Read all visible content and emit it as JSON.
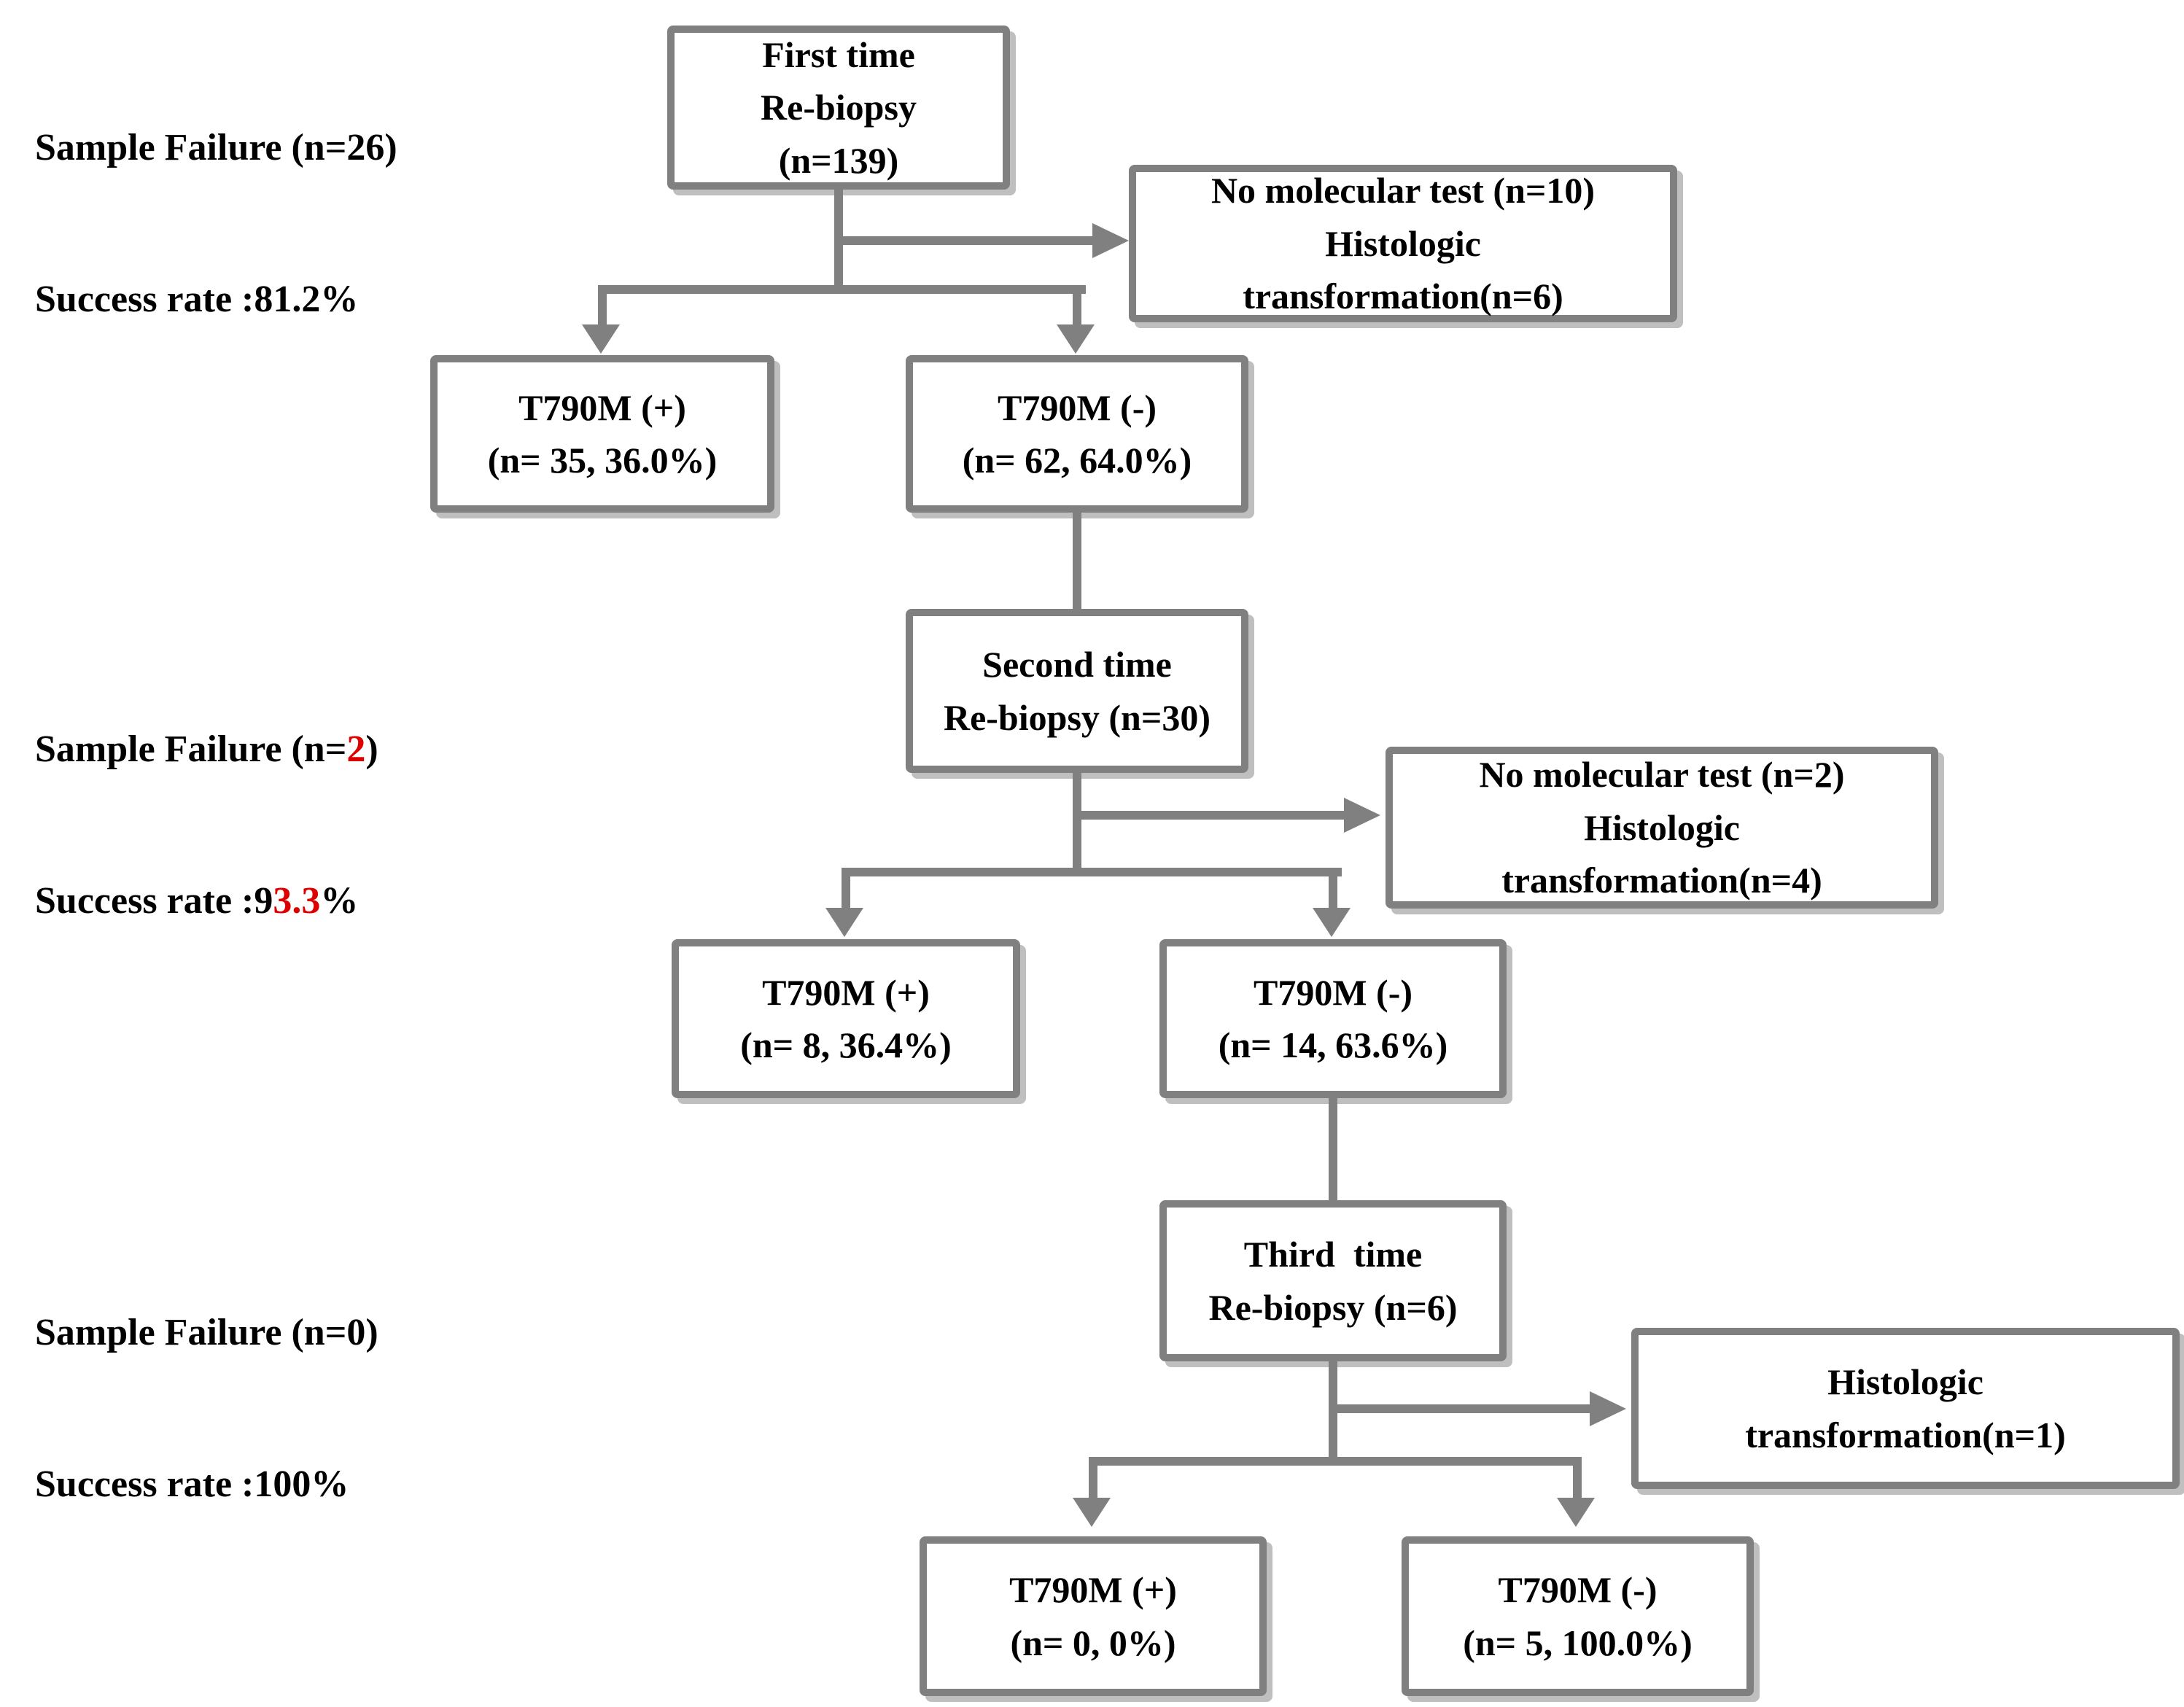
{
  "colors": {
    "line-gray": "#808080",
    "accent-red": "#dd0000",
    "text-black": "#000000",
    "box-bg": "#ffffff"
  },
  "annotations": [
    {
      "id": "level1",
      "lines": [
        {
          "pre": "Sample Failure (n=26)",
          "red": "",
          "post": ""
        },
        {
          "pre": "Success rate :81.2%",
          "red": "",
          "post": ""
        }
      ]
    },
    {
      "id": "level2",
      "lines": [
        {
          "pre": "Sample Failure (n=",
          "red": "2",
          "post": ")"
        },
        {
          "pre": "Success rate :9",
          "red": "3.3",
          "post": "%"
        }
      ]
    },
    {
      "id": "level3",
      "lines": [
        {
          "pre": "Sample Failure (n=0)",
          "red": "",
          "post": ""
        },
        {
          "pre": "Success rate :100%",
          "red": "",
          "post": ""
        }
      ]
    }
  ],
  "boxes": {
    "first_rebiopsy": {
      "lines": [
        "First time",
        "Re-biopsy",
        "(n=139)"
      ]
    },
    "no_molecular_1": {
      "lines": [
        "No molecular test (n=10)",
        "Histologic",
        "transformation(n=6)"
      ]
    },
    "t790m_pos_1": {
      "lines": [
        "T790M (+)",
        "(n= 35, 36.0%)"
      ]
    },
    "t790m_neg_1": {
      "lines": [
        "T790M (-)",
        "(n= 62, 64.0%)"
      ]
    },
    "second_rebiopsy": {
      "lines": [
        "Second time",
        "Re-biopsy (n=30)"
      ]
    },
    "no_molecular_2": {
      "lines": [
        "No molecular test (n=2)",
        "Histologic",
        "transformation(n=4)"
      ]
    },
    "t790m_pos_2": {
      "lines": [
        "T790M (+)",
        "(n= 8, 36.4%)"
      ]
    },
    "t790m_neg_2": {
      "lines": [
        "T790M (-)",
        "(n= 14, 63.6%)"
      ]
    },
    "third_rebiopsy": {
      "lines": [
        "Third  time",
        "Re-biopsy (n=6)"
      ]
    },
    "histologic_3": {
      "lines": [
        "Histologic",
        "transformation(n=1)"
      ]
    },
    "t790m_pos_3": {
      "lines": [
        "T790M (+)",
        "(n= 0, 0%)"
      ]
    },
    "t790m_neg_3": {
      "lines": [
        "T790M (-)",
        "(n= 5, 100.0%)"
      ]
    }
  }
}
